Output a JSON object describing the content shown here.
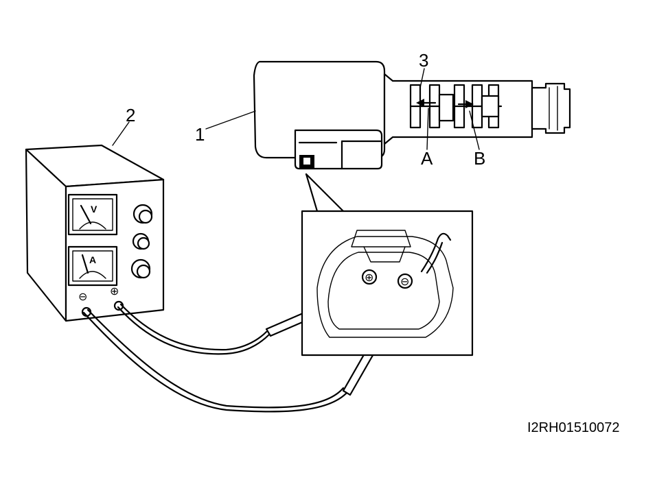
{
  "labels": {
    "part_1": "1",
    "part_2": "2",
    "part_3": "3",
    "port_a": "A",
    "port_b": "B"
  },
  "meters": {
    "voltmeter": "V",
    "ammeter": "A"
  },
  "terminals": {
    "negative": "⊖",
    "positive": "⊕"
  },
  "figure_code": "I2RH01510072",
  "colors": {
    "line": "#000000",
    "background": "#ffffff"
  }
}
